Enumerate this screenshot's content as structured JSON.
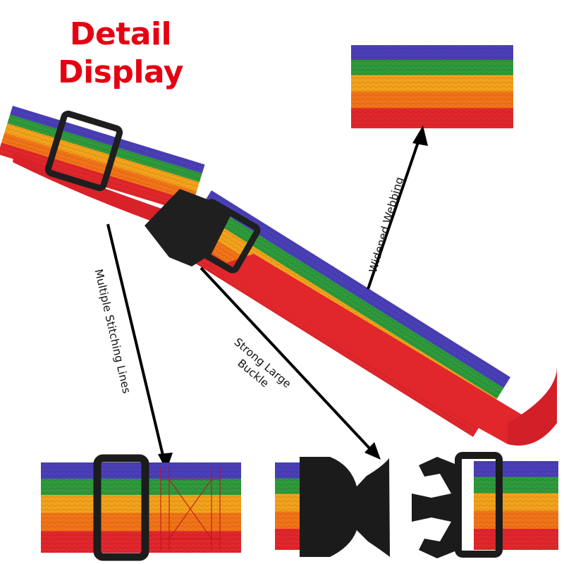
{
  "headline": {
    "line1": "Detail",
    "line2": "Display"
  },
  "callouts": {
    "webbing": "Widened Webbing",
    "stitching": "Multiple Stitching Lines",
    "buckle_line1": "Strong Large",
    "buckle_line2": "Buckle"
  },
  "colors": {
    "headline": "#e50012",
    "stripes": [
      "#4b3fb8",
      "#2e9a3c",
      "#f3a21b",
      "#f27418",
      "#e1272c"
    ],
    "hardware": "#1e1e1e",
    "background": "#ffffff"
  }
}
